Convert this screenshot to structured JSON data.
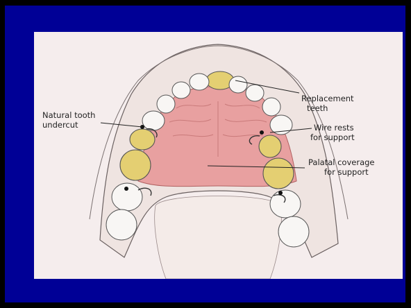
{
  "diagram": {
    "labels": {
      "replacement_line1": "Replacement",
      "replacement_line2": "teeth",
      "natural_line1": "Natural tooth",
      "natural_line2": "undercut",
      "wire_line1": "Wire rests",
      "wire_line2": "for support",
      "palatal_line1": "Palatal coverage",
      "palatal_line2": "for support"
    }
  },
  "colors": {
    "frame": "#000000",
    "panel": "#000096",
    "paper": "#f5eded",
    "palate": "#e8a0a0",
    "replacement_teeth": "#e4cf72",
    "tooth": "#f8f6f4",
    "ink": "#222222"
  }
}
